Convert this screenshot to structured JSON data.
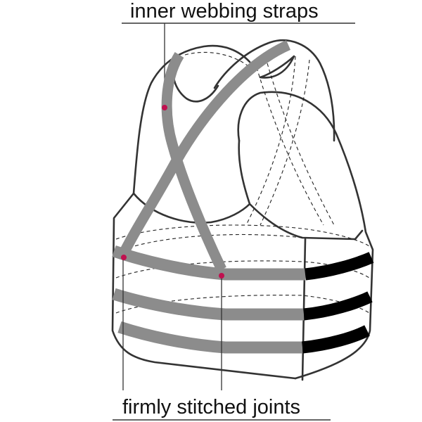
{
  "diagram": {
    "subject": "body armor vest carrier",
    "labels": {
      "top": "inner webbing straps",
      "bottom": "firmly stitched joints"
    },
    "colors": {
      "outline": "#333333",
      "strap": "#8c8c8c",
      "strap_back": "#000000",
      "joint_marker": "#c0104f",
      "label_text": "#111111",
      "background": "#ffffff"
    },
    "components": {
      "shoulder_straps": 2,
      "horizontal_straps": 3,
      "joint_markers": 3
    }
  }
}
